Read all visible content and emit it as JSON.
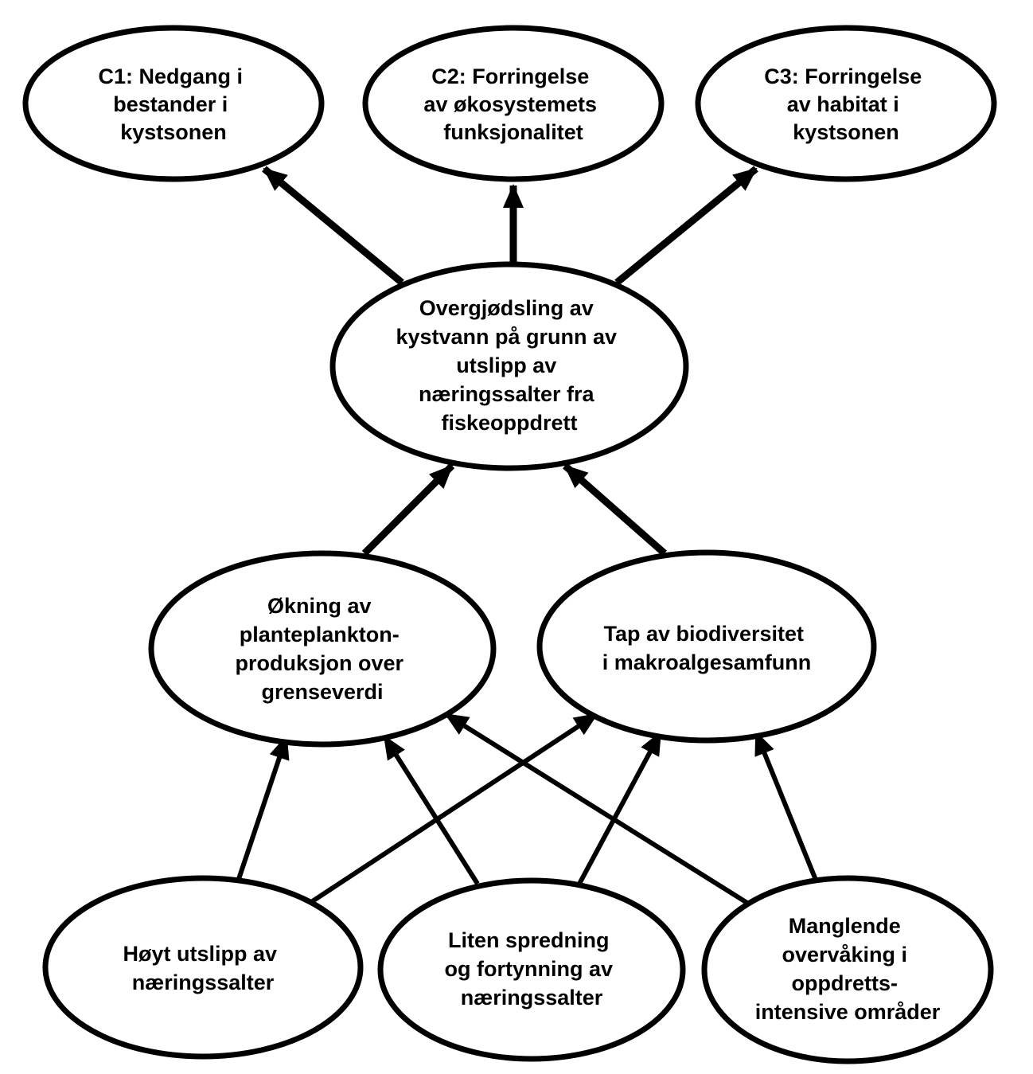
{
  "colors": {
    "background": "#ffffff",
    "stroke": "#000000",
    "text": "#000000"
  },
  "nodes": {
    "c1": {
      "lines": [
        "C1: Nedgang i",
        "bestander i",
        "kystsonen"
      ]
    },
    "c2": {
      "lines": [
        "C2: Forringelse",
        "av økosystemets",
        "funksjonalitet"
      ]
    },
    "c3": {
      "lines": [
        "C3: Forringelse",
        "av habitat i",
        "kystsonen"
      ]
    },
    "central": {
      "lines": [
        "Overgjødsling av",
        "kystvann på grunn av",
        "utslipp av",
        "næringssalter fra",
        "fiskeoppdrett"
      ]
    },
    "plankton": {
      "lines": [
        "Økning av",
        "planteplankton-",
        "produksjon over",
        "grenseverdi"
      ]
    },
    "biodiversity": {
      "lines": [
        "Tap av biodiversitet",
        "i makroalgesamfunn"
      ]
    },
    "emission": {
      "lines": [
        "Høyt utslipp av",
        "næringssalter"
      ]
    },
    "dispersion": {
      "lines": [
        "Liten spredning",
        "og fortynning av",
        "næringssalter"
      ]
    },
    "monitoring": {
      "lines": [
        "Manglende",
        "overvåking i",
        "oppdretts-",
        "intensive områder"
      ]
    }
  },
  "edges": [
    {
      "from": "central",
      "to": "c1"
    },
    {
      "from": "central",
      "to": "c2"
    },
    {
      "from": "central",
      "to": "c3"
    },
    {
      "from": "plankton",
      "to": "central"
    },
    {
      "from": "biodiversity",
      "to": "central"
    },
    {
      "from": "emission",
      "to": "plankton"
    },
    {
      "from": "emission",
      "to": "biodiversity"
    },
    {
      "from": "dispersion",
      "to": "plankton"
    },
    {
      "from": "dispersion",
      "to": "biodiversity"
    },
    {
      "from": "monitoring",
      "to": "plankton"
    },
    {
      "from": "monitoring",
      "to": "biodiversity"
    }
  ]
}
